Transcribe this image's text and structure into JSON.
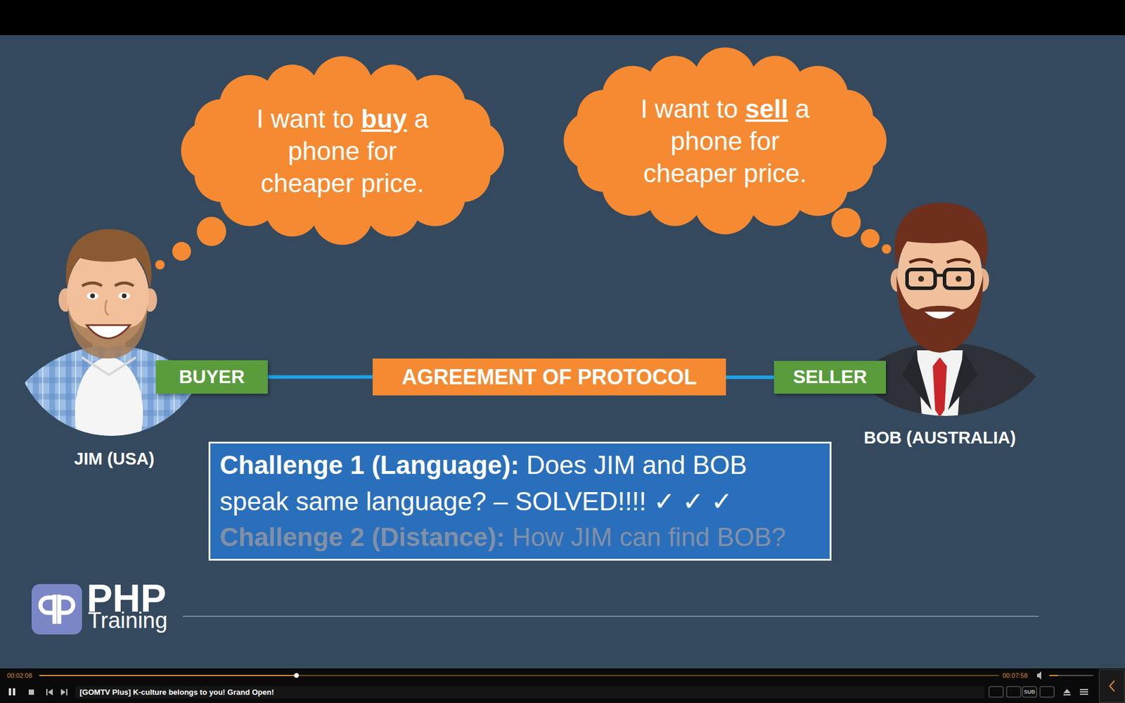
{
  "diagram": {
    "nodes": [
      {
        "text": [
          "I want to buy a phone for cheaper price."
        ]
      },
      {
        "text": [
          "I want to sell a phone for cheaper price."
        ]
      },
      {
        "text": [
          "BUYER"
        ]
      },
      {
        "text": [
          "AGREEMENT OF PROTOCOL"
        ]
      },
      {
        "text": [
          "SELLER"
        ]
      },
      {
        "text": [
          "Challenge 1 (Language):",
          "Does JIM and BOB speak same language? – SOLVED!!!! ✓ ✓ ✓",
          "Challenge 2 (Distance):",
          "How JIM can find BOB?"
        ]
      }
    ],
    "edges": [
      {
        "from": 2,
        "to": 3,
        "arrow": "none"
      },
      {
        "from": 3,
        "to": 4,
        "arrow": "none"
      }
    ],
    "labels": [
      "JIM (USA)",
      "BOB (AUSTRALIA)",
      "PHP",
      "Training",
      "00:02:08",
      "00:07:58",
      "[GOMTV Plus] K-culture belongs to you! Grand Open!",
      "SUB"
    ]
  }
}
